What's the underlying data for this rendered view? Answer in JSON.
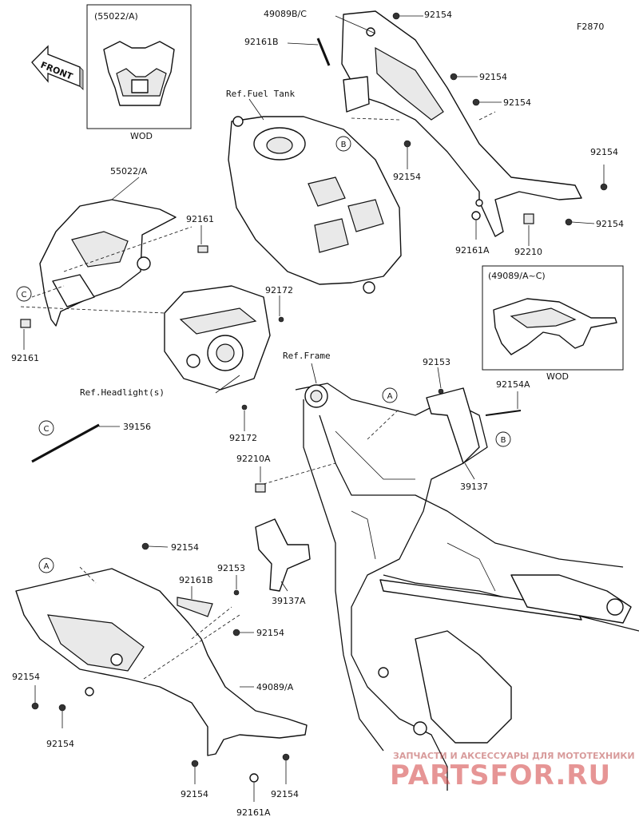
{
  "figure_code": "F2870",
  "front_label": "FRONT",
  "refs": {
    "fuel_tank": "Ref.Fuel Tank",
    "frame": "Ref.Frame",
    "headlight": "Ref.Headlight(s)"
  },
  "insets": {
    "top_left": {
      "title": "(55022/A)",
      "caption": "WOD"
    },
    "right": {
      "title": "(49089/A~C)",
      "caption": "WOD"
    }
  },
  "callouts": [
    "A",
    "B",
    "C"
  ],
  "parts": {
    "p49089BC": "49089B/C",
    "p92161B_top": "92161B",
    "p92154_t1": "92154",
    "p92154_t2": "92154",
    "p92154_t3": "92154",
    "p92154_t4": "92154",
    "p92154_t5": "92154",
    "p92154_t6": "92154",
    "p92161A_top": "92161A",
    "p92210": "92210",
    "p55022A": "55022/A",
    "p92161_a": "92161",
    "p92161_b": "92161",
    "p92172_a": "92172",
    "p92172_b": "92172",
    "p39156": "39156",
    "p92210A": "92210A",
    "p92153_a": "92153",
    "p92154A": "92154A",
    "p39137": "39137",
    "p92154_m1": "92154",
    "p92153_b": "92153",
    "p92161B_bot": "92161B",
    "p39137A": "39137A",
    "p92154_m2": "92154",
    "p49089A": "49089/A",
    "p92154_b1": "92154",
    "p92154_b2": "92154",
    "p92154_b3": "92154",
    "p92154_b4": "92154",
    "p92161A_bot": "92161A"
  },
  "watermark": {
    "line1": "ЗАПЧАСТИ И АКСЕССУАРЫ ДЛЯ МОТОТЕХНИКИ",
    "line2": "PARTSFOR.RU"
  }
}
